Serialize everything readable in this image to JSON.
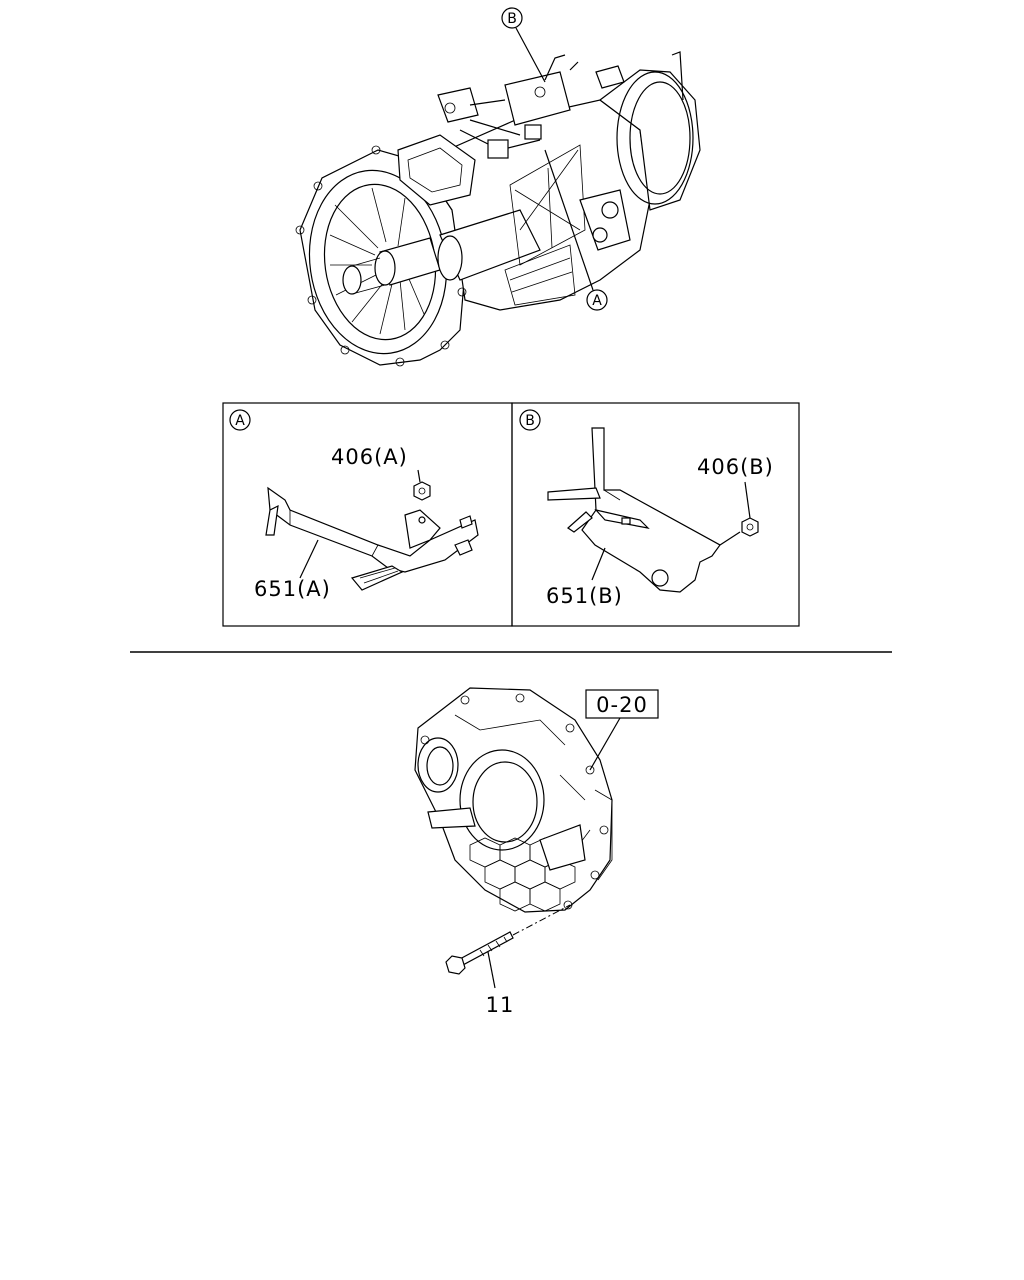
{
  "callouts": {
    "top_b": "B",
    "top_a": "A",
    "panel_a": "A",
    "panel_b": "B"
  },
  "parts": {
    "nut_a": "406(A)",
    "bracket_a": "651(A)",
    "nut_b": "406(B)",
    "bracket_b": "651(B)",
    "ref_box": "0-20",
    "bolt": "11"
  }
}
